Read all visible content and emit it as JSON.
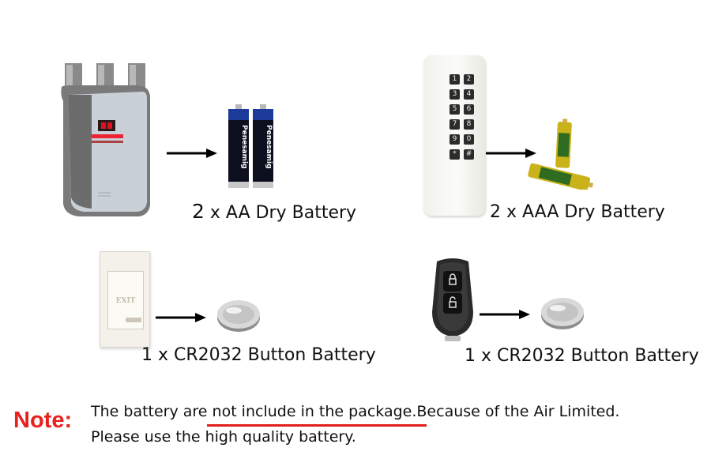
{
  "items": [
    {
      "qty": "2",
      "label": " x AA Dry Battery"
    },
    {
      "label": "2 x AAA Dry Battery"
    },
    {
      "label": "1 x CR2032 Button Battery"
    },
    {
      "label": "1 x CR2032 Button Battery"
    }
  ],
  "devices": {
    "battery_brand": "Penesamig",
    "keypad_keys": [
      "1",
      "2",
      "3",
      "4",
      "5",
      "6",
      "7",
      "8",
      "9",
      "0",
      "*",
      "#"
    ],
    "exit_text": "EXIT"
  },
  "note": {
    "word": "Note:",
    "line1_before": "The battery are ",
    "line1_underlined": "not include in the package",
    "line1_after": ".Because of the Air Limited.",
    "line2": "Please use the high quality battery."
  },
  "colors": {
    "note_red": "#e8211c",
    "arrow": "#000000"
  }
}
